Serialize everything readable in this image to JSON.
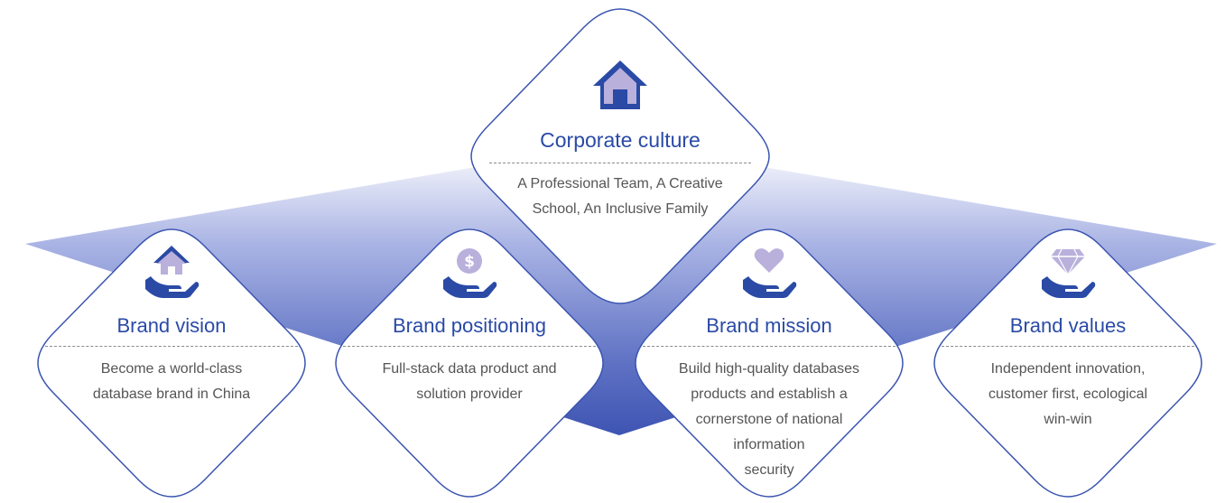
{
  "colors": {
    "primary": "#2a4aa6",
    "light_icon": "#b9b0dc",
    "border": "#3a54b0",
    "text": "#555555"
  },
  "main": {
    "title": "Corporate culture",
    "line1": "A Professional Team, A Creative",
    "line2": "School, An Inclusive Family",
    "icon": "house-icon"
  },
  "cards": [
    {
      "title": "Brand vision",
      "lines": [
        "Become a world-class",
        "database brand in China"
      ],
      "icon": "house-in-hand-icon"
    },
    {
      "title": "Brand positioning",
      "lines": [
        "Full-stack data product and",
        "solution provider"
      ],
      "icon": "dollar-coin-in-hand-icon"
    },
    {
      "title": "Brand mission",
      "lines": [
        "Build high-quality databases",
        "products and establish a",
        "cornerstone of national",
        "information",
        "security"
      ],
      "icon": "heart-in-hand-icon"
    },
    {
      "title": "Brand values",
      "lines": [
        "Independent innovation,",
        "customer first, ecological",
        "win-win"
      ],
      "icon": "diamond-in-hand-icon"
    }
  ]
}
